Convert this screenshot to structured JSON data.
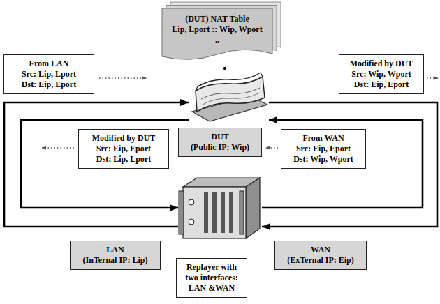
{
  "diagram": {
    "nodes": [
      {
        "text": [
          "(DUT) NAT Table",
          "Lip, Lport :: Wip, Wport",
          ".."
        ]
      },
      {
        "text": [
          "From LAN",
          "Src: Lip, Lport",
          "Dst: Eip, Eport"
        ]
      },
      {
        "text": [
          "Modified by DUT",
          "Src: Wip, Wport",
          "Dst: Eip, Eport"
        ]
      },
      {
        "text": [
          "DUT",
          "(Public IP: Wip)"
        ]
      },
      {
        "text": [
          "Modified by DUT",
          "Src: Eip, Eport",
          "Dst: Lip, Lport"
        ]
      },
      {
        "text": [
          "From WAN",
          "Src: Eip, Eport",
          "Dst: Wip, Wport"
        ]
      },
      {
        "text": [
          "LAN",
          "(InTernal IP: Lip)"
        ]
      },
      {
        "text": [
          "WAN",
          "(ExTernal IP: Eip)"
        ]
      },
      {
        "text": [
          "Replayer with two interfaces: LAN &WAN"
        ]
      }
    ],
    "edges": [
      {
        "from": 8,
        "to": 3,
        "arrow": "to"
      },
      {
        "from": 3,
        "to": 8,
        "arrow": "to"
      },
      {
        "from": 3,
        "to": 8,
        "arrow": "to"
      },
      {
        "from": 8,
        "to": 3,
        "arrow": "to"
      }
    ]
  }
}
